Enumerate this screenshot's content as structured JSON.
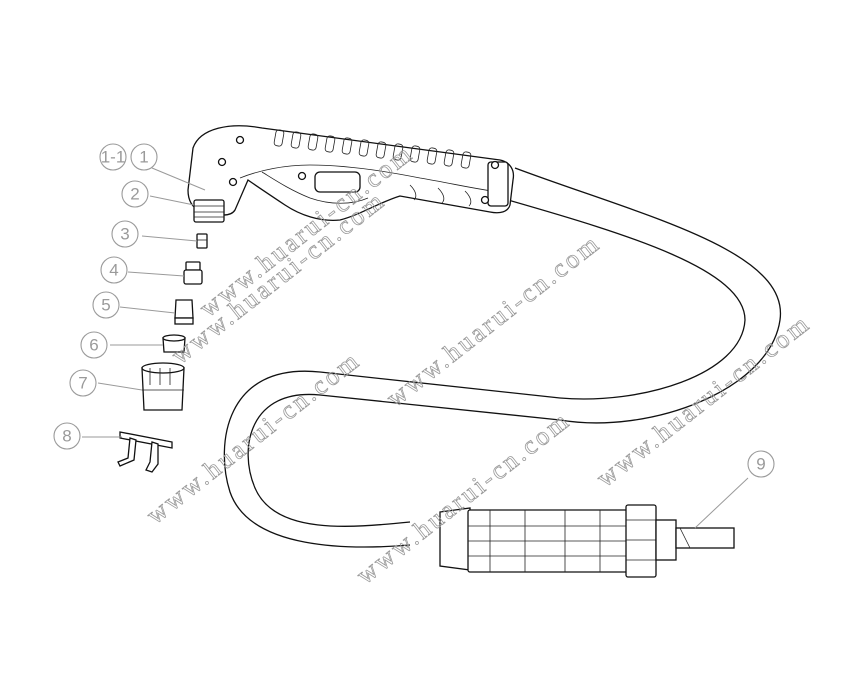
{
  "diagram": {
    "subject": "plasma cutting torch exploded parts view",
    "callouts": [
      {
        "id": "1-1",
        "label": "1-1"
      },
      {
        "id": "1",
        "label": "1"
      },
      {
        "id": "2",
        "label": "2"
      },
      {
        "id": "3",
        "label": "3"
      },
      {
        "id": "4",
        "label": "4"
      },
      {
        "id": "5",
        "label": "5"
      },
      {
        "id": "6",
        "label": "6"
      },
      {
        "id": "7",
        "label": "7"
      },
      {
        "id": "8",
        "label": "8"
      },
      {
        "id": "9",
        "label": "9"
      }
    ],
    "watermark": "www.huarui-cn.com",
    "colors": {
      "line": "#111111",
      "callout": "#9a9a9a",
      "background": "#ffffff"
    }
  }
}
